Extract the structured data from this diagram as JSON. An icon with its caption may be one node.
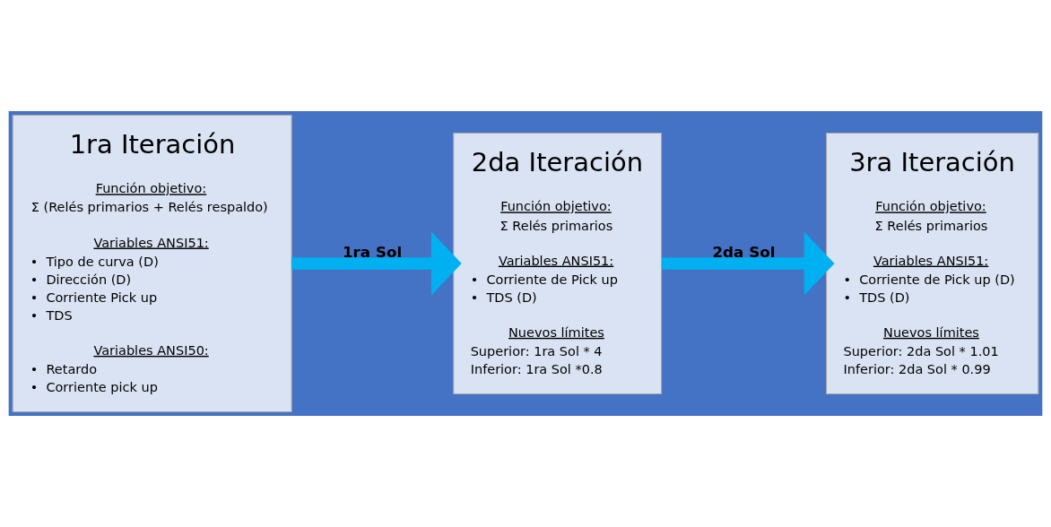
{
  "diagram": {
    "nodes": [
      {
        "text": [
          "1ra Iteración",
          "Función objetivo:",
          "Σ (Relés primarios + Relés respaldo)",
          "Variables ANSI51:",
          "•  Tipo de curva (D)",
          "•  Dirección (D)",
          "•  Corriente Pick up",
          "•  TDS",
          "Variables ANSI50:",
          "•  Retardo",
          "•  Corriente pick up"
        ]
      },
      {
        "text": [
          "2da Iteración",
          "Función objetivo:",
          "Σ Relés primarios",
          "Variables ANSI51:",
          "•  Corriente de Pick up",
          "•  TDS (D)",
          "Nuevos límites",
          "Superior: 1ra Sol * 4",
          "Inferior: 1ra Sol *0.8"
        ]
      },
      {
        "text": [
          "3ra Iteración",
          "Función objetivo:",
          "Σ Relés primarios",
          "Variables ANSI51:",
          "•  Corriente de Pick up (D)",
          "•  TDS (D)",
          "Nuevos límites",
          "Superior: 2da Sol * 1.01",
          "Inferior: 2da Sol * 0.99"
        ]
      }
    ],
    "edges": [
      {
        "from": 0,
        "to": 1,
        "arrow": "to",
        "label": "1ra Sol"
      },
      {
        "from": 1,
        "to": 2,
        "arrow": "to",
        "label": "2da Sol"
      }
    ]
  }
}
